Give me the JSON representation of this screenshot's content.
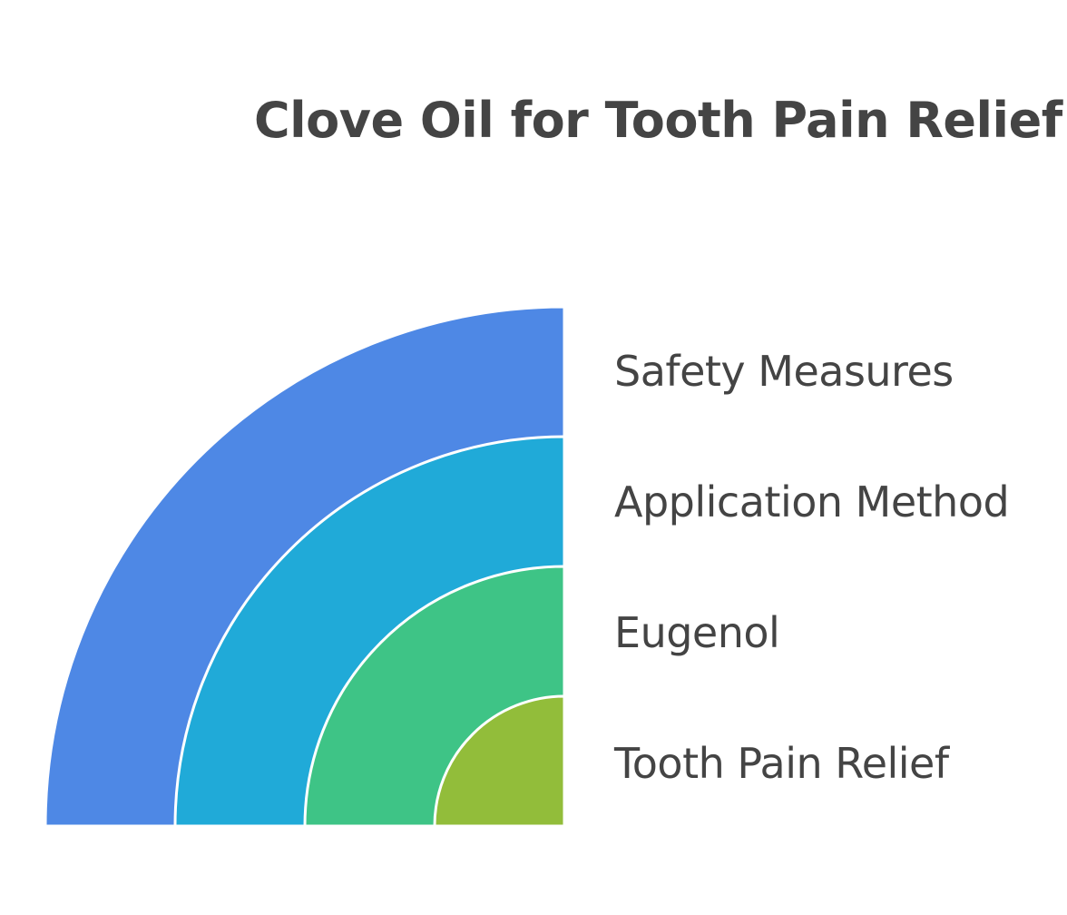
{
  "title": "Clove Oil for Tooth Pain Relief",
  "layers": [
    {
      "label": "Safety Measures",
      "color": "#4E88E5"
    },
    {
      "label": "Application Method",
      "color": "#20AAD8"
    },
    {
      "label": "Eugenol",
      "color": "#3EC486"
    },
    {
      "label": "Tooth Pain Relief",
      "color": "#92BD3A"
    }
  ]
}
